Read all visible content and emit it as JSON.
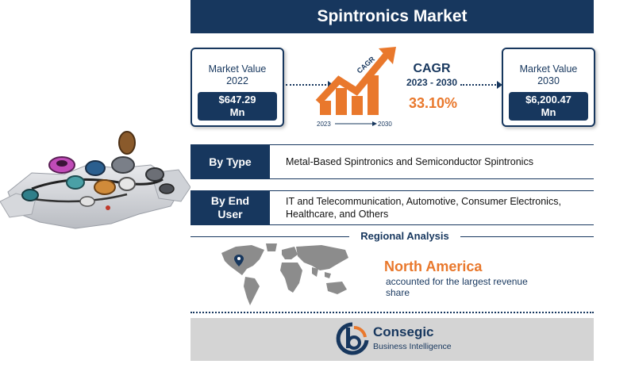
{
  "header": {
    "title": "Spintronics Market"
  },
  "cards": {
    "left": {
      "caption": "Market Value",
      "year": "2022",
      "value_line1": "$647.29",
      "value_line2": "Mn"
    },
    "right": {
      "caption": "Market Value",
      "year": "2030",
      "value_line1": "$6,200.47",
      "value_line2": "Mn"
    }
  },
  "cagr": {
    "label": "CAGR",
    "arrow_label": "CAGR",
    "period": "2023 - 2030",
    "value": "33.10%",
    "axis_start": "2023",
    "axis_end": "2030"
  },
  "segments": [
    {
      "label": "By Type",
      "text": "Metal-Based Spintronics and Semiconductor Spintronics"
    },
    {
      "label_line1": "By End",
      "label_line2": "User",
      "text": "IT and Telecommunication, Automotive, Consumer Electronics, Healthcare, and Others"
    }
  ],
  "regional": {
    "title": "Regional Analysis",
    "region": "North America",
    "description": "accounted for the largest revenue share"
  },
  "footer": {
    "brand": "Consegic",
    "tagline": "Business Intelligence"
  },
  "colors": {
    "navy": "#17375e",
    "orange": "#e9782c",
    "footer_gray": "#d4d4d4"
  },
  "icons": [
    "gears-illustration",
    "growth-arrow-icon",
    "world-map",
    "location-pin-icon",
    "consegic-logo"
  ]
}
